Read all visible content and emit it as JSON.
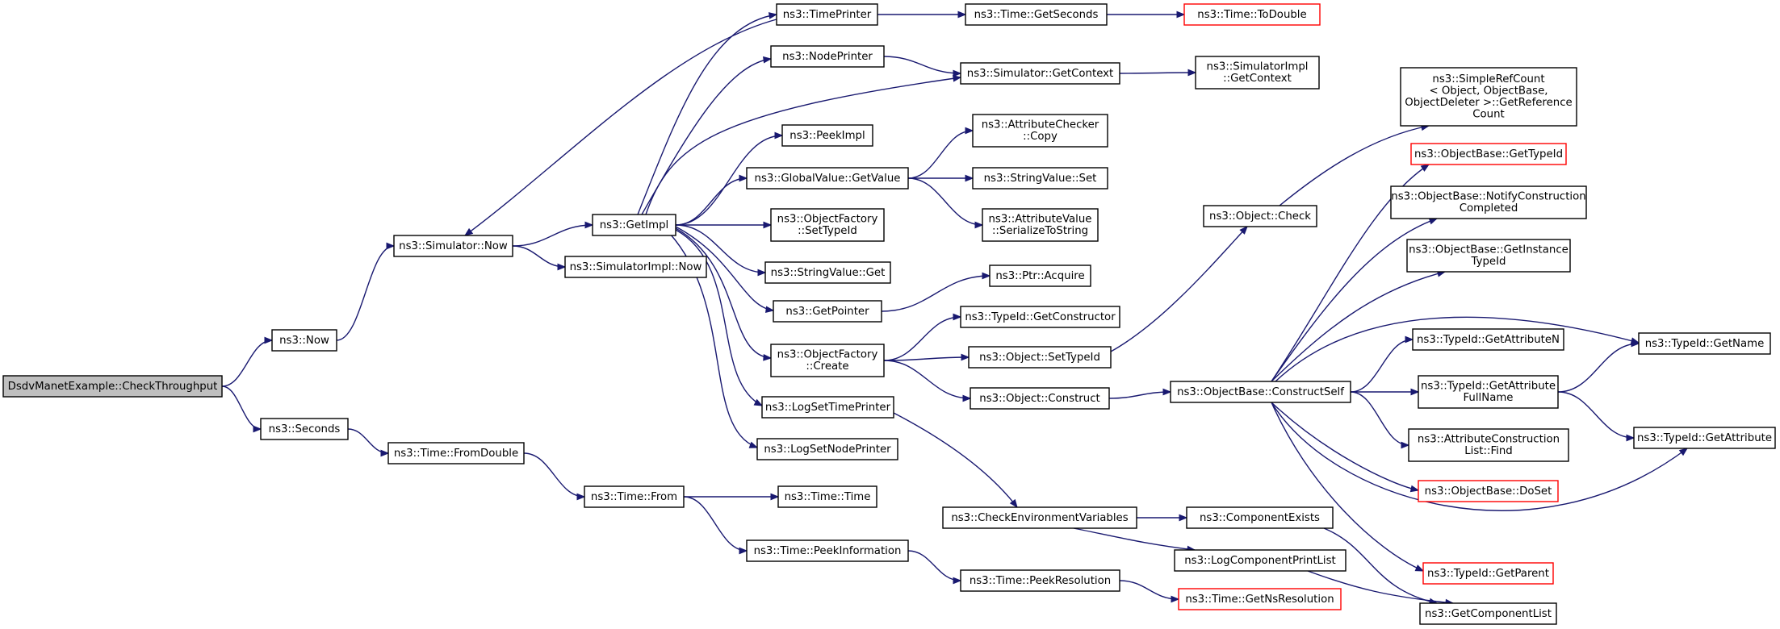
{
  "diagram": {
    "title": "",
    "nodes": [
      {
        "id": "check_throughput",
        "lines": [
          "DsdvManetExample::CheckThroughput"
        ],
        "style": "root"
      },
      {
        "id": "now",
        "lines": [
          "ns3::Now"
        ]
      },
      {
        "id": "seconds",
        "lines": [
          "ns3::Seconds"
        ]
      },
      {
        "id": "simulator_now",
        "lines": [
          "ns3::Simulator::Now"
        ]
      },
      {
        "id": "time_from_double",
        "lines": [
          "ns3::Time::FromDouble"
        ]
      },
      {
        "id": "get_impl",
        "lines": [
          "ns3::GetImpl"
        ]
      },
      {
        "id": "simulator_impl_now",
        "lines": [
          "ns3::SimulatorImpl::Now"
        ]
      },
      {
        "id": "time_from",
        "lines": [
          "ns3::Time::From"
        ]
      },
      {
        "id": "time_printer",
        "lines": [
          "ns3::TimePrinter"
        ]
      },
      {
        "id": "node_printer",
        "lines": [
          "ns3::NodePrinter"
        ]
      },
      {
        "id": "peek_impl",
        "lines": [
          "ns3::PeekImpl"
        ]
      },
      {
        "id": "global_value_get_value",
        "lines": [
          "ns3::GlobalValue::GetValue"
        ]
      },
      {
        "id": "object_factory_set_type_id",
        "lines": [
          "ns3::ObjectFactory",
          "::SetTypeId"
        ]
      },
      {
        "id": "string_value_get",
        "lines": [
          "ns3::StringValue::Get"
        ]
      },
      {
        "id": "get_pointer",
        "lines": [
          "ns3::GetPointer"
        ]
      },
      {
        "id": "object_factory_create",
        "lines": [
          "ns3::ObjectFactory",
          "::Create"
        ]
      },
      {
        "id": "log_set_time_printer",
        "lines": [
          "ns3::LogSetTimePrinter"
        ]
      },
      {
        "id": "log_set_node_printer",
        "lines": [
          "ns3::LogSetNodePrinter"
        ]
      },
      {
        "id": "time_time",
        "lines": [
          "ns3::Time::Time"
        ]
      },
      {
        "id": "time_peek_information",
        "lines": [
          "ns3::Time::PeekInformation"
        ]
      },
      {
        "id": "time_get_seconds",
        "lines": [
          "ns3::Time::GetSeconds"
        ]
      },
      {
        "id": "simulator_get_context",
        "lines": [
          "ns3::Simulator::GetContext"
        ]
      },
      {
        "id": "attribute_checker_copy",
        "lines": [
          "ns3::AttributeChecker",
          "::Copy"
        ]
      },
      {
        "id": "string_value_set",
        "lines": [
          "ns3::StringValue::Set"
        ]
      },
      {
        "id": "attribute_value_serialize",
        "lines": [
          "ns3::AttributeValue",
          "::SerializeToString"
        ]
      },
      {
        "id": "ptr_acquire",
        "lines": [
          "ns3::Ptr::Acquire"
        ]
      },
      {
        "id": "type_id_get_constructor",
        "lines": [
          "ns3::TypeId::GetConstructor"
        ]
      },
      {
        "id": "object_set_type_id",
        "lines": [
          "ns3::Object::SetTypeId"
        ]
      },
      {
        "id": "object_construct",
        "lines": [
          "ns3::Object::Construct"
        ]
      },
      {
        "id": "check_environment_variables",
        "lines": [
          "ns3::CheckEnvironmentVariables"
        ]
      },
      {
        "id": "time_peek_resolution",
        "lines": [
          "ns3::Time::PeekResolution"
        ]
      },
      {
        "id": "time_to_double",
        "lines": [
          "ns3::Time::ToDouble"
        ],
        "style": "red"
      },
      {
        "id": "simulator_impl_get_context",
        "lines": [
          "ns3::SimulatorImpl",
          "::GetContext"
        ]
      },
      {
        "id": "object_check",
        "lines": [
          "ns3::Object::Check"
        ]
      },
      {
        "id": "object_base_construct_self",
        "lines": [
          "ns3::ObjectBase::ConstructSelf"
        ]
      },
      {
        "id": "component_exists",
        "lines": [
          "ns3::ComponentExists"
        ]
      },
      {
        "id": "log_component_print_list",
        "lines": [
          "ns3::LogComponentPrintList"
        ]
      },
      {
        "id": "time_get_ns_resolution",
        "lines": [
          "ns3::Time::GetNsResolution"
        ],
        "style": "red"
      },
      {
        "id": "simple_ref_count_get_reference_count",
        "lines": [
          "ns3::SimpleRefCount",
          "< Object, ObjectBase,",
          " ObjectDeleter >::GetReference",
          "Count"
        ]
      },
      {
        "id": "object_base_get_type_id",
        "lines": [
          "ns3::ObjectBase::GetTypeId"
        ],
        "style": "red"
      },
      {
        "id": "object_base_notify_construction_completed",
        "lines": [
          "ns3::ObjectBase::NotifyConstruction",
          "Completed"
        ]
      },
      {
        "id": "object_base_get_instance_type_id",
        "lines": [
          "ns3::ObjectBase::GetInstance",
          "TypeId"
        ]
      },
      {
        "id": "type_id_get_attribute_n",
        "lines": [
          "ns3::TypeId::GetAttributeN"
        ]
      },
      {
        "id": "type_id_get_attribute_full_name",
        "lines": [
          "ns3::TypeId::GetAttribute",
          "FullName"
        ]
      },
      {
        "id": "attribute_construction_list_find",
        "lines": [
          "ns3::AttributeConstruction",
          "List::Find"
        ]
      },
      {
        "id": "object_base_do_set",
        "lines": [
          "ns3::ObjectBase::DoSet"
        ],
        "style": "red"
      },
      {
        "id": "type_id_get_parent",
        "lines": [
          "ns3::TypeId::GetParent"
        ],
        "style": "red"
      },
      {
        "id": "get_component_list",
        "lines": [
          "ns3::GetComponentList"
        ]
      },
      {
        "id": "type_id_get_name",
        "lines": [
          "ns3::TypeId::GetName"
        ]
      },
      {
        "id": "type_id_get_attribute",
        "lines": [
          "ns3::TypeId::GetAttribute"
        ]
      }
    ],
    "edges": [
      [
        "check_throughput",
        "now"
      ],
      [
        "check_throughput",
        "seconds"
      ],
      [
        "now",
        "simulator_now"
      ],
      [
        "seconds",
        "time_from_double"
      ],
      [
        "simulator_now",
        "get_impl"
      ],
      [
        "simulator_now",
        "simulator_impl_now"
      ],
      [
        "time_from_double",
        "time_from"
      ],
      [
        "get_impl",
        "time_printer"
      ],
      [
        "get_impl",
        "node_printer"
      ],
      [
        "get_impl",
        "simulator_get_context"
      ],
      [
        "get_impl",
        "peek_impl"
      ],
      [
        "get_impl",
        "global_value_get_value"
      ],
      [
        "get_impl",
        "object_factory_set_type_id"
      ],
      [
        "get_impl",
        "string_value_get"
      ],
      [
        "get_impl",
        "get_pointer"
      ],
      [
        "get_impl",
        "object_factory_create"
      ],
      [
        "get_impl",
        "log_set_time_printer"
      ],
      [
        "get_impl",
        "log_set_node_printer"
      ],
      [
        "time_printer",
        "simulator_now"
      ],
      [
        "time_printer",
        "time_get_seconds"
      ],
      [
        "time_get_seconds",
        "time_to_double"
      ],
      [
        "node_printer",
        "simulator_get_context"
      ],
      [
        "simulator_get_context",
        "simulator_impl_get_context"
      ],
      [
        "global_value_get_value",
        "attribute_checker_copy"
      ],
      [
        "global_value_get_value",
        "string_value_set"
      ],
      [
        "global_value_get_value",
        "attribute_value_serialize"
      ],
      [
        "get_pointer",
        "ptr_acquire"
      ],
      [
        "object_factory_create",
        "type_id_get_constructor"
      ],
      [
        "object_factory_create",
        "object_set_type_id"
      ],
      [
        "object_factory_create",
        "object_construct"
      ],
      [
        "object_set_type_id",
        "object_check"
      ],
      [
        "object_check",
        "simple_ref_count_get_reference_count"
      ],
      [
        "object_construct",
        "object_base_construct_self"
      ],
      [
        "log_set_time_printer",
        "check_environment_variables"
      ],
      [
        "check_environment_variables",
        "component_exists"
      ],
      [
        "check_environment_variables",
        "log_component_print_list"
      ],
      [
        "component_exists",
        "get_component_list"
      ],
      [
        "log_component_print_list",
        "get_component_list"
      ],
      [
        "time_from",
        "time_time"
      ],
      [
        "time_from",
        "time_peek_information"
      ],
      [
        "time_peek_information",
        "time_peek_resolution"
      ],
      [
        "time_peek_resolution",
        "time_get_ns_resolution"
      ],
      [
        "object_base_construct_self",
        "object_base_get_type_id"
      ],
      [
        "object_base_construct_self",
        "object_base_notify_construction_completed"
      ],
      [
        "object_base_construct_self",
        "object_base_get_instance_type_id"
      ],
      [
        "object_base_construct_self",
        "type_id_get_name"
      ],
      [
        "object_base_construct_self",
        "type_id_get_attribute_n"
      ],
      [
        "object_base_construct_self",
        "type_id_get_attribute_full_name"
      ],
      [
        "object_base_construct_self",
        "attribute_construction_list_find"
      ],
      [
        "object_base_construct_self",
        "object_base_do_set"
      ],
      [
        "object_base_construct_self",
        "type_id_get_attribute"
      ],
      [
        "object_base_construct_self",
        "type_id_get_parent"
      ],
      [
        "type_id_get_attribute_full_name",
        "type_id_get_name"
      ],
      [
        "type_id_get_attribute_full_name",
        "type_id_get_attribute"
      ]
    ]
  }
}
